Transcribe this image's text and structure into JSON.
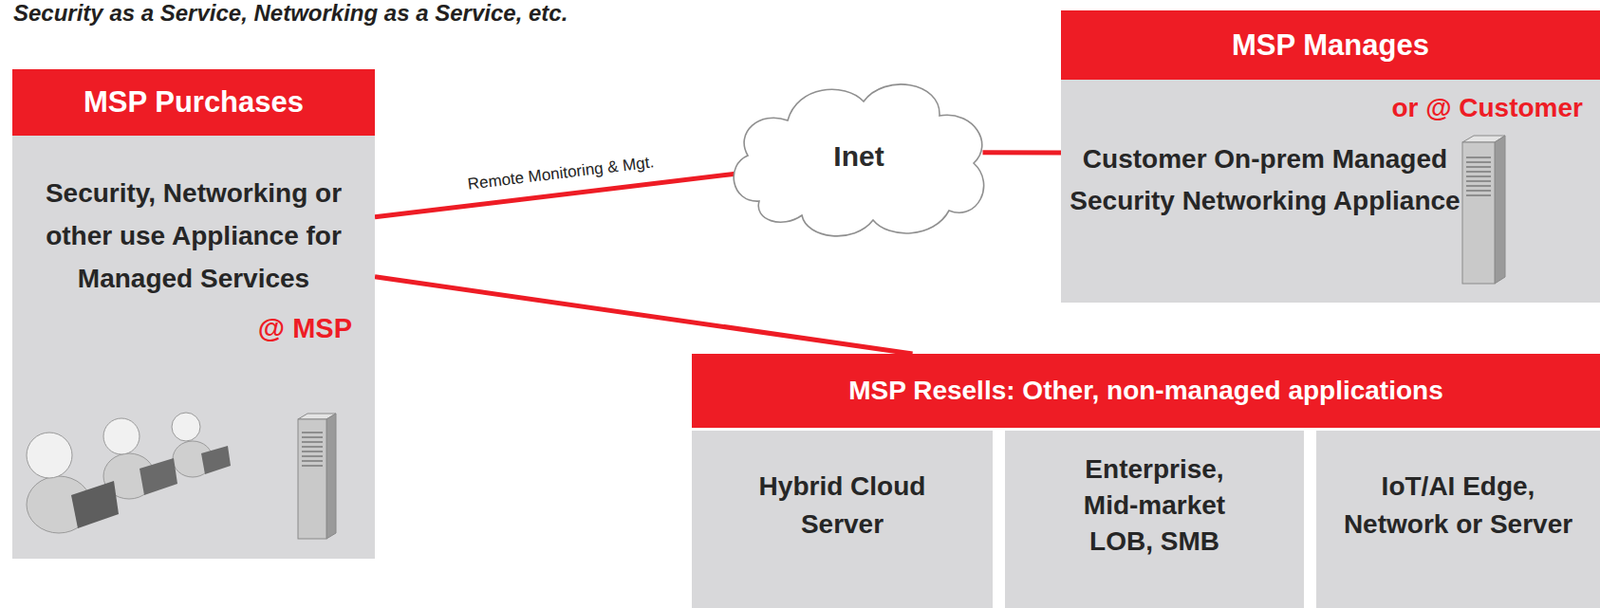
{
  "diagram": {
    "title": "Security as a Service, Networking as a Service, etc.",
    "nodes": [
      {
        "text": [
          "MSP Purchases",
          "Security, Networking or other use Appliance for Managed Services",
          "@ MSP"
        ]
      },
      {
        "text": [
          "Inet"
        ]
      },
      {
        "text": [
          "MSP Manages",
          "or @ Customer",
          "Customer On-prem Managed Security Networking Appliance"
        ]
      },
      {
        "text": [
          "MSP Resells: Other, non-managed applications"
        ]
      },
      {
        "text": [
          "Hybrid Cloud Server"
        ],
        "in": 3
      },
      {
        "text": [
          "Enterprise, Mid-market LOB, SMB"
        ],
        "in": 3
      },
      {
        "text": [
          "IoT/AI Edge, Network or Server"
        ],
        "in": 3
      }
    ],
    "edges": [
      {
        "from": 0,
        "to": 1,
        "arrow": "none",
        "label": "Remote Monitoring & Mgt."
      },
      {
        "from": 1,
        "to": 2,
        "arrow": "none"
      },
      {
        "from": 0,
        "to": 3,
        "arrow": "none"
      }
    ]
  }
}
